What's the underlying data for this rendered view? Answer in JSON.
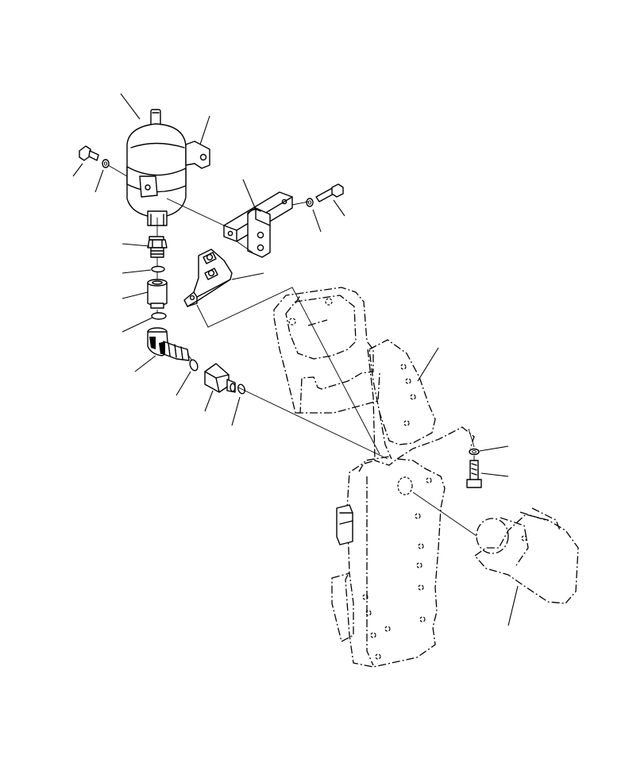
{
  "diagram": {
    "type": "exploded-parts-view",
    "colors": {
      "line": "#000000",
      "background": "#ffffff"
    },
    "parts": [
      {
        "name": "accumulator",
        "leader": true
      },
      {
        "name": "accumulator-clamp-band",
        "leader": true
      },
      {
        "name": "bolt-left",
        "leader": true
      },
      {
        "name": "washer-left",
        "leader": true
      },
      {
        "name": "mounting-bracket",
        "leader": true
      },
      {
        "name": "bolt-right",
        "leader": true
      },
      {
        "name": "washer-right",
        "leader": true
      },
      {
        "name": "bracket-plate",
        "leader": true
      },
      {
        "name": "adapter-fitting",
        "leader": true
      },
      {
        "name": "o-ring-1",
        "leader": true
      },
      {
        "name": "connector",
        "leader": true
      },
      {
        "name": "o-ring-2",
        "leader": true
      },
      {
        "name": "elbow-fitting",
        "leader": true
      },
      {
        "name": "o-ring-3",
        "leader": true
      },
      {
        "name": "union-fitting",
        "leader": true
      },
      {
        "name": "o-ring-4",
        "leader": true
      },
      {
        "name": "brake-pedal-bracket",
        "leader": true
      },
      {
        "name": "washer-lower",
        "leader": true
      },
      {
        "name": "bolt-lower",
        "leader": true
      },
      {
        "name": "brake-valve",
        "leader": true
      }
    ]
  }
}
